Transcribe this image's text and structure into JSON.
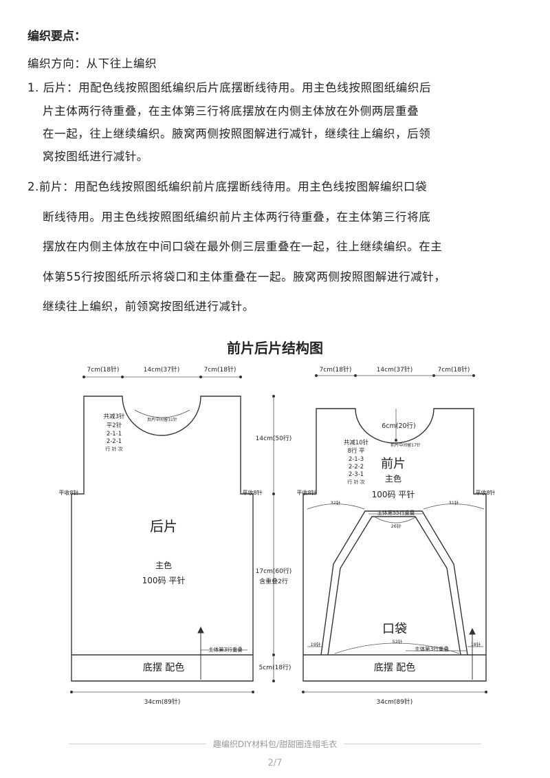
{
  "heading": "编织要点：",
  "lines": [
    "编织方向：从下往上编织",
    "1. 后片：用配色线按照图纸编织后片底摆断线待用。用主色线按照图纸编织后",
    "片主体两行待重叠，在主体第三行将底摆放在内侧主体放在外侧两层重叠",
    "在一起，往上继续编织。腋窝两侧按照图解进行减针，继续往上编织，后领",
    "窝按图纸进行减针。",
    "2.前片：用配色线按照图纸编织前片底摆断线待用。用主色线按图解编织口袋",
    "断线待用。用主色线按照图纸编织前片主体两行待重叠，在主体第三行将底",
    "摆放在内侧主体放在中间口袋在最外侧三层重叠在一起，往上继续编织。在主",
    "体第55行按图纸所示将袋口和主体重叠在一起。腋窝两侧按照图解进行减针，",
    "继续往上编织，前领窝按图纸进行减针。"
  ],
  "figure_title": "前片后片结构图",
  "back": {
    "top_left": "7cm(18针)",
    "top_mid": "14cm(37针)",
    "top_right": "7cm(18针)",
    "neck_center": "后片中间留31针",
    "dec_total": "共减3针",
    "dec_flat": "平2针",
    "dec_row1": "2-1-1",
    "dec_row2": "2-2-1",
    "dec_header": "行 针 次",
    "armhole_left": "平收8针",
    "armhole_right": "平收8针",
    "name": "后片",
    "color": "主色",
    "yarn": "100码  平针",
    "overlap": "主体第3行重叠",
    "hem": "底摆   配色",
    "bottom_width": "34cm(89针)",
    "h_upper": "14cm(50行)",
    "h_body": "17cm(60行)",
    "h_body_note": "含重叠2行",
    "h_hem": "5cm(18行)"
  },
  "front": {
    "top_left": "7cm(18针)",
    "top_mid": "14cm(37针)",
    "top_right": "7cm(18针)",
    "neck_depth": "6cm(20行)",
    "neck_center": "前片中间留17针",
    "dec_total": "共减10针",
    "dec_flat": "8行 平",
    "dec_row1": "2-1-3",
    "dec_row2": "2-2-2",
    "dec_row3": "2-3-1",
    "dec_header": "行 针 次",
    "name": "前片",
    "color": "主色",
    "yarn": "100码  平针",
    "armhole_left": "平收8针",
    "armhole_right": "平收8针",
    "pocket_left_top": "32针",
    "pocket_right_top": "31针",
    "pocket_overlap": "主体第55行重叠",
    "pocket_top_mid": "26针",
    "pocket_name": "口袋",
    "pocket_left_bottom": "19针",
    "pocket_bottom_mid": "52针",
    "pocket_right_bottom": "18针",
    "overlap": "主体第3行重叠",
    "hem": "底摆   配色",
    "bottom_width": "34cm(89针)"
  },
  "footer": "趣编织DIY材料包/甜甜圈连帽毛衣",
  "page": "2/7"
}
